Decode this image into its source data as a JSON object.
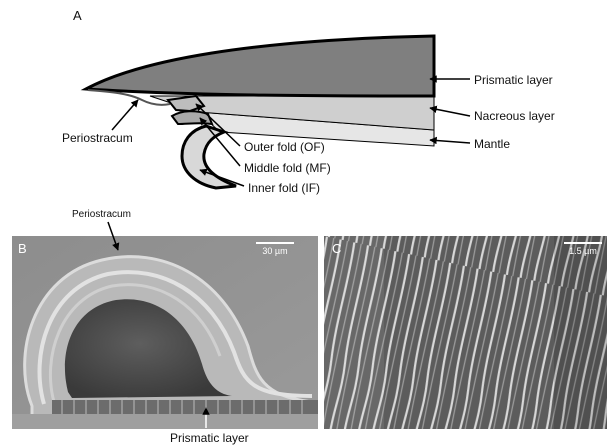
{
  "panelA": {
    "letter": "A",
    "labels": {
      "prismatic": "Prismatic layer",
      "nacreous": "Nacreous layer",
      "mantle": "Mantle",
      "periostracum": "Periostracum",
      "outer_fold": "Outer fold (OF)",
      "middle_fold": "Middle fold (MF)",
      "inner_fold": "Inner fold (IF)"
    }
  },
  "panelB": {
    "letter": "B",
    "top_label": "Periostracum",
    "bottom_label": "Prismatic layer",
    "scale_text": "30 µm"
  },
  "panelC": {
    "letter": "C",
    "scale_text": "1.5 µm"
  }
}
